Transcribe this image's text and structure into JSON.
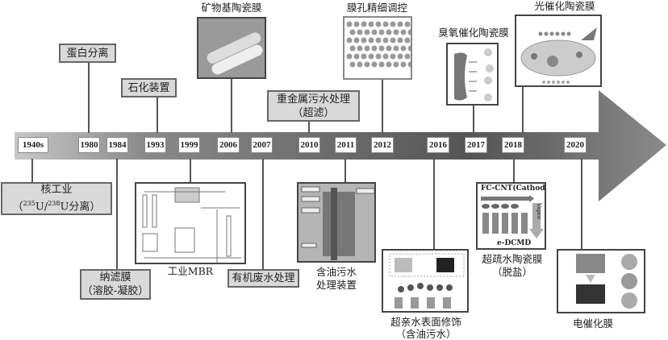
{
  "timeline": {
    "years": [
      "1940s",
      "1980",
      "1984",
      "1993",
      "1999",
      "2006",
      "2007",
      "2010",
      "2011",
      "2012",
      "2016",
      "2017",
      "2018",
      "2020"
    ]
  },
  "events": {
    "nuclear": {
      "title": "核工业",
      "detail_prefix": "（",
      "iso1": "235",
      "u1": "U/",
      "iso2": "238",
      "u2": "U分离",
      "detail_suffix": "）"
    },
    "protein": "蛋白分离",
    "nanofiltration": {
      "title": "纳滤膜",
      "detail": "（溶胶-凝胶）"
    },
    "petrochem": "石化装置",
    "mbr": "工业MBR",
    "mineral": "矿物基陶瓷膜",
    "organic": "有机废水处理",
    "heavy_metal": {
      "title": "重金属污水处理",
      "detail": "（超滤）"
    },
    "oily_device": {
      "line1": "含油污水",
      "line2": "处理装置"
    },
    "pore": "膜孔精细调控",
    "hydrophilic": {
      "line1": "超亲水表面修饰",
      "line2": "（含油污水）"
    },
    "ozone": "臭氧催化陶瓷膜",
    "hydrophobic": {
      "line1": "超疏水陶瓷膜",
      "line2": "（脱盐）",
      "fig_top": "FC-CNT(Cathode)",
      "fig_bottom": "e-DCMD",
      "fig_arrow": "Vapor"
    },
    "photo": "光催化陶瓷膜",
    "electro": "电催化膜"
  },
  "colors": {
    "bar_dark": "#555555",
    "bar_light": "#bbbbbb",
    "box_fill": "#d9d9d9"
  }
}
